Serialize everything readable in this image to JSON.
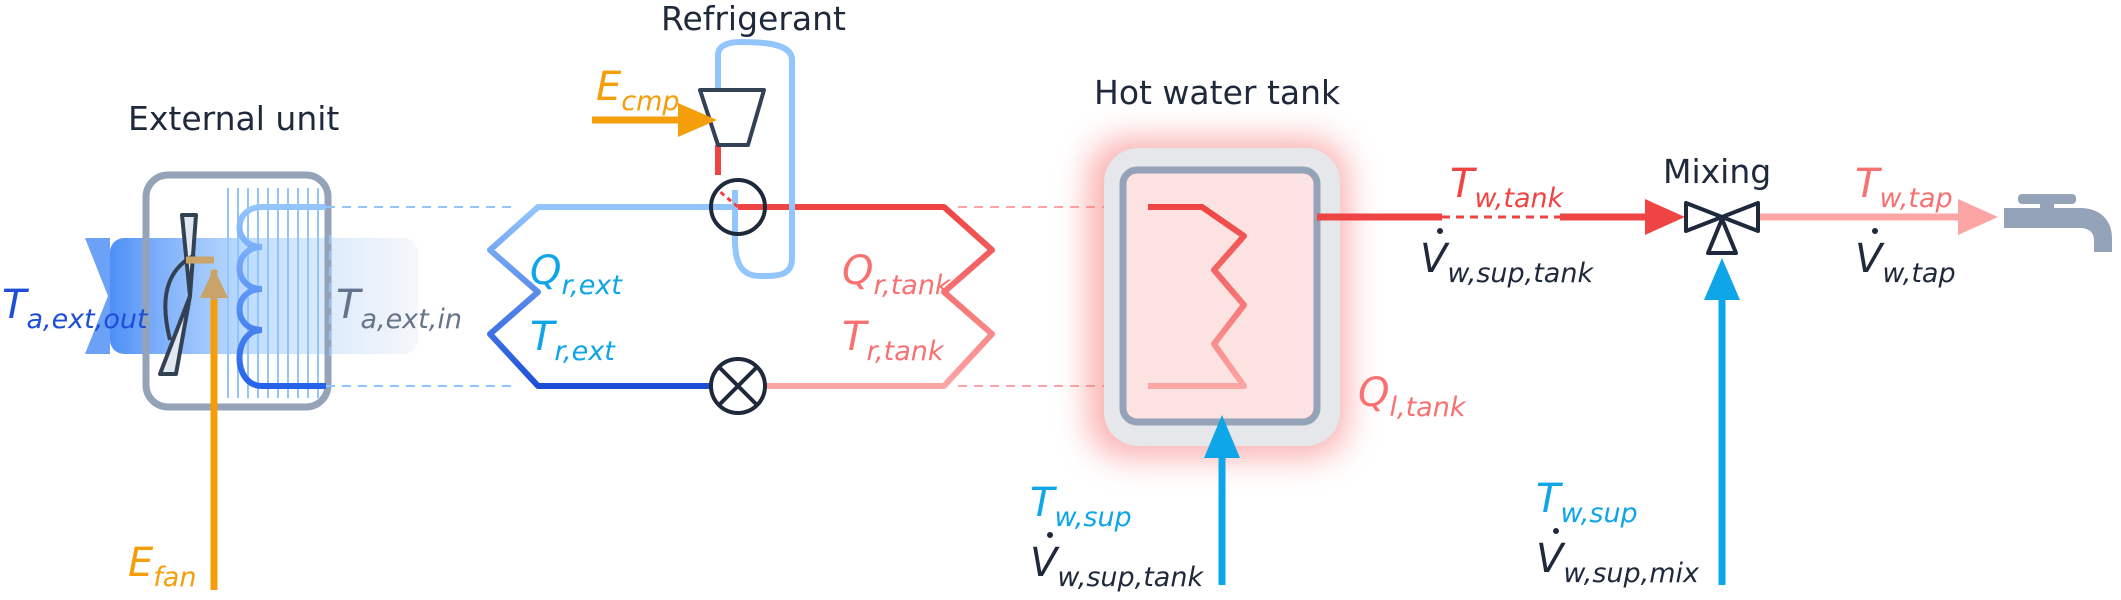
{
  "titles": {
    "external_unit": "External unit",
    "refrigerant": "Refrigerant",
    "hot_water_tank": "Hot water tank",
    "mixing": "Mixing"
  },
  "vars": {
    "t_a_ext_out": {
      "base": "T",
      "sub": "a,ext,out"
    },
    "t_a_ext_in": {
      "base": "T",
      "sub": "a,ext,in"
    },
    "e_fan": {
      "base": "E",
      "sub": "fan"
    },
    "e_cmp": {
      "base": "E",
      "sub": "cmp"
    },
    "q_r_ext": {
      "base": "Q",
      "sub": "r,ext"
    },
    "t_r_ext": {
      "base": "T",
      "sub": "r,ext"
    },
    "q_r_tank": {
      "base": "Q",
      "sub": "r,tank"
    },
    "t_r_tank": {
      "base": "T",
      "sub": "r,tank"
    },
    "q_l_tank": {
      "base": "Q",
      "sub": "l,tank"
    },
    "t_w_tank": {
      "base": "T",
      "sub": "w,tank"
    },
    "v_w_sup_tank_top": {
      "base": "V",
      "sub": "w,sup,tank"
    },
    "t_w_sup_tank": {
      "base": "T",
      "sub": "w,sup"
    },
    "v_w_sup_tank_bottom": {
      "base": "V",
      "sub": "w,sup,tank"
    },
    "t_w_sup_mix": {
      "base": "T",
      "sub": "w,sup"
    },
    "v_w_sup_mix": {
      "base": "V",
      "sub": "w,sup,mix"
    },
    "t_w_tap": {
      "base": "T",
      "sub": "w,tap"
    },
    "v_w_tap": {
      "base": "V",
      "sub": "w,tap"
    }
  },
  "colors": {
    "dark_text": "#1e293b",
    "air_blue": "#1d4ed8",
    "cold_blue": "#0ea5e9",
    "light_blue": "#93c5fd",
    "hot_red": "#ef4444",
    "warm_pink": "#fca5a5",
    "tap_pink": "#fca5a5",
    "energy_orange": "#f59e0b",
    "gray": "#94a3b8",
    "tank_fill": "#fde2e2"
  }
}
